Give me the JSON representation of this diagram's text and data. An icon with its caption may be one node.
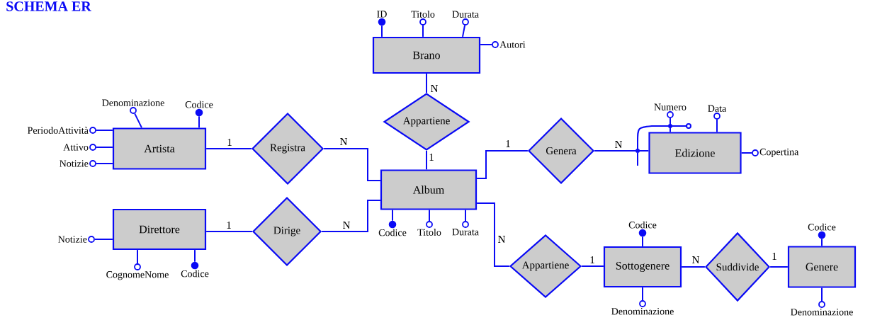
{
  "diagram": {
    "title": "SCHEMA ER",
    "nodes": [
      {
        "text": [
          "Brano"
        ]
      },
      {
        "text": [
          "Artista"
        ]
      },
      {
        "text": [
          "Registra"
        ]
      },
      {
        "text": [
          "Appartiene"
        ]
      },
      {
        "text": [
          "Genera"
        ]
      },
      {
        "text": [
          "Edizione"
        ]
      },
      {
        "text": [
          "Album"
        ]
      },
      {
        "text": [
          "Direttore"
        ]
      },
      {
        "text": [
          "Dirige"
        ]
      },
      {
        "text": [
          "Appartiene"
        ]
      },
      {
        "text": [
          "Sottogenere"
        ]
      },
      {
        "text": [
          "Suddivide"
        ]
      },
      {
        "text": [
          "Genere"
        ]
      },
      {
        "text": [],
        "shape": "dot",
        "beside": [
          "ID"
        ]
      },
      {
        "text": [],
        "shape": "circle",
        "beside": [
          "Titolo"
        ]
      },
      {
        "text": [],
        "shape": "circle",
        "beside": [
          "Durata"
        ]
      },
      {
        "text": [],
        "shape": "circle",
        "beside": [
          "Autori"
        ]
      },
      {
        "text": [],
        "shape": "circle",
        "beside": [
          "Denominazione"
        ]
      },
      {
        "text": [],
        "shape": "dot",
        "beside": [
          "Codice"
        ]
      },
      {
        "text": [],
        "shape": "circle",
        "beside": [
          "PeriodoAttività"
        ]
      },
      {
        "text": [],
        "shape": "circle",
        "beside": [
          "Attivo"
        ]
      },
      {
        "text": [],
        "shape": "circle",
        "beside": [
          "Notizie"
        ]
      },
      {
        "text": [],
        "shape": "circle",
        "beside": [
          "Numero"
        ]
      },
      {
        "text": [],
        "shape": "circle",
        "beside": [
          "Data"
        ]
      },
      {
        "text": [],
        "shape": "circle",
        "beside": [
          "Copertina"
        ]
      },
      {
        "text": [],
        "shape": "dot",
        "beside": [
          "Codice"
        ]
      },
      {
        "text": [],
        "shape": "circle",
        "beside": [
          "Titolo"
        ]
      },
      {
        "text": [],
        "shape": "circle",
        "beside": [
          "Durata"
        ]
      },
      {
        "text": [],
        "shape": "circle",
        "beside": [
          "Notizie"
        ]
      },
      {
        "text": [],
        "shape": "circle",
        "beside": [
          "CognomeNome"
        ]
      },
      {
        "text": [],
        "shape": "dot",
        "beside": [
          "Codice"
        ]
      },
      {
        "text": [],
        "shape": "dot",
        "beside": [
          "Codice"
        ]
      },
      {
        "text": [],
        "shape": "circle",
        "beside": [
          "Denominazione"
        ]
      },
      {
        "text": [],
        "shape": "dot",
        "beside": [
          "Codice"
        ]
      },
      {
        "text": [],
        "shape": "circle",
        "beside": [
          "Denominazione"
        ]
      }
    ],
    "edges": [
      {
        "from": 0,
        "to": 3,
        "arrow": "none",
        "label": "N"
      },
      {
        "from": 3,
        "to": 6,
        "arrow": "none",
        "label": "1"
      },
      {
        "from": 1,
        "to": 2,
        "arrow": "none",
        "label": "1"
      },
      {
        "from": 2,
        "to": 6,
        "arrow": "none",
        "label": "N"
      },
      {
        "from": 6,
        "to": 4,
        "arrow": "none",
        "label": "1"
      },
      {
        "from": 4,
        "to": 5,
        "arrow": "none",
        "label": "N"
      },
      {
        "from": 7,
        "to": 8,
        "arrow": "none",
        "label": "1"
      },
      {
        "from": 8,
        "to": 6,
        "arrow": "none",
        "label": "N"
      },
      {
        "from": 6,
        "to": 9,
        "arrow": "none",
        "label": "N"
      },
      {
        "from": 9,
        "to": 10,
        "arrow": "none",
        "label": "1"
      },
      {
        "from": 10,
        "to": 11,
        "arrow": "none",
        "label": "N"
      },
      {
        "from": 11,
        "to": 12,
        "arrow": "none",
        "label": "1"
      },
      {
        "from": 0,
        "to": 13,
        "arrow": "none"
      },
      {
        "from": 0,
        "to": 14,
        "arrow": "none"
      },
      {
        "from": 0,
        "to": 15,
        "arrow": "none"
      },
      {
        "from": 0,
        "to": 16,
        "arrow": "none"
      },
      {
        "from": 1,
        "to": 17,
        "arrow": "none"
      },
      {
        "from": 1,
        "to": 18,
        "arrow": "none"
      },
      {
        "from": 1,
        "to": 19,
        "arrow": "none"
      },
      {
        "from": 1,
        "to": 20,
        "arrow": "none"
      },
      {
        "from": 1,
        "to": 21,
        "arrow": "none"
      },
      {
        "from": 5,
        "to": 22,
        "arrow": "none"
      },
      {
        "from": 5,
        "to": 23,
        "arrow": "none"
      },
      {
        "from": 5,
        "to": 24,
        "arrow": "none"
      },
      {
        "from": 6,
        "to": 25,
        "arrow": "none"
      },
      {
        "from": 6,
        "to": 26,
        "arrow": "none"
      },
      {
        "from": 6,
        "to": 27,
        "arrow": "none"
      },
      {
        "from": 7,
        "to": 28,
        "arrow": "none"
      },
      {
        "from": 7,
        "to": 29,
        "arrow": "none"
      },
      {
        "from": 7,
        "to": 30,
        "arrow": "none"
      },
      {
        "from": 10,
        "to": 31,
        "arrow": "none"
      },
      {
        "from": 10,
        "to": 32,
        "arrow": "none"
      },
      {
        "from": 12,
        "to": 33,
        "arrow": "none"
      },
      {
        "from": 12,
        "to": 34,
        "arrow": "none"
      }
    ]
  }
}
